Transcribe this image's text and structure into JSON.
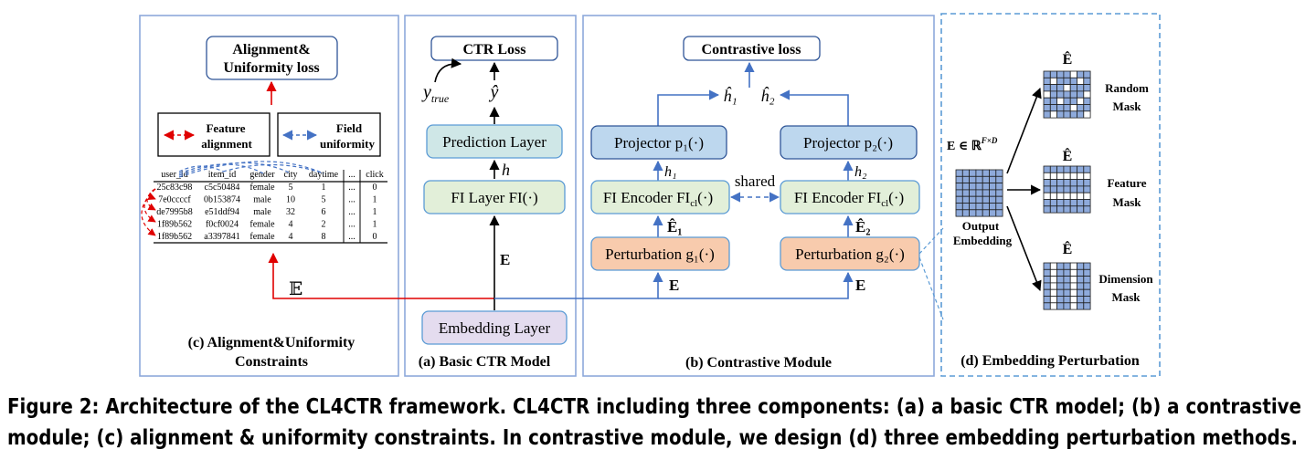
{
  "figure": {
    "caption_line1": "Figure 2: Architecture of the CL4CTR framework. CL4CTR including three components: (a) a basic CTR model; (b) a contrastive",
    "caption_line2": "module; (c) alignment & uniformity constraints. In contrastive module, we design (d) three embedding perturbation methods."
  },
  "panel_c": {
    "title_line1": "(c) Alignment&Uniformity",
    "title_line2": "Constraints",
    "loss_line1": "Alignment&",
    "loss_line2": "Uniformity loss",
    "feature_alignment_line1": "Feature",
    "feature_alignment_line2": "alignment",
    "field_uniformity_line1": "Field",
    "field_uniformity_line2": "uniformity",
    "table_headers": [
      "user_id",
      "item_id",
      "gender",
      "city",
      "daytime",
      "...",
      "click"
    ],
    "table_rows": [
      [
        "25c83c98",
        "c5c50484",
        "female",
        "5",
        "1",
        "...",
        "0"
      ],
      [
        "7e0ccccf",
        "0b153874",
        "male",
        "10",
        "5",
        "...",
        "1"
      ],
      [
        "de7995b8",
        "e51ddf94",
        "male",
        "32",
        "6",
        "...",
        "1"
      ],
      [
        "1f89b562",
        "f0cf0024",
        "female",
        "4",
        "2",
        "...",
        "1"
      ],
      [
        "1f89b562",
        "a3397841",
        "female",
        "4",
        "8",
        "...",
        "0"
      ]
    ],
    "embedding_symbol": "𝔼"
  },
  "panel_a": {
    "title": "(a) Basic CTR Model",
    "ctr_loss": "CTR Loss",
    "y_true": "y",
    "y_true_sub": "true",
    "y_hat": "ŷ",
    "prediction_layer": "Prediction Layer",
    "h_label": "h",
    "fi_layer": "FI Layer FI(·)",
    "e_label": "E",
    "embedding_layer": "Embedding Layer"
  },
  "panel_b": {
    "title": "(b) Contrastive Module",
    "contrastive_loss": "Contrastive loss",
    "h1_hat": "ĥ₁",
    "h2_hat": "ĥ₂",
    "projector1": "Projector p₁(·)",
    "projector2": "Projector p₂(·)",
    "h1": "h₁",
    "h2": "h₂",
    "shared": "shared",
    "encoder1": "FI Encoder FI",
    "encoder2": "FI Encoder FI",
    "encoder_sub": "cl",
    "encoder_tail": "(·)",
    "e1_hat": "Ê₁",
    "e2_hat": "Ê₂",
    "perturb1": "Perturbation g₁(·)",
    "perturb2": "Perturbation g₂(·)",
    "e_label_left": "E",
    "e_label_right": "E"
  },
  "panel_d": {
    "title": "(d) Embedding Perturbation",
    "e_formula": "E ∈ ℝ",
    "e_formula_sup": "F×D",
    "output_line1": "Output",
    "output_line2": "Embedding",
    "e_hat": "Ê",
    "random_line1": "Random",
    "random_line2": "Mask",
    "feature_line1": "Feature",
    "feature_line2": "Mask",
    "dimension_line1": "Dimension",
    "dimension_line2": "Mask"
  },
  "colors": {
    "grid_blue": "#8eaadb",
    "mask_white": "#ffffff",
    "arrow_red": "#e00000",
    "arrow_blue": "#4472c4",
    "panel_border": "#8ea9db"
  }
}
